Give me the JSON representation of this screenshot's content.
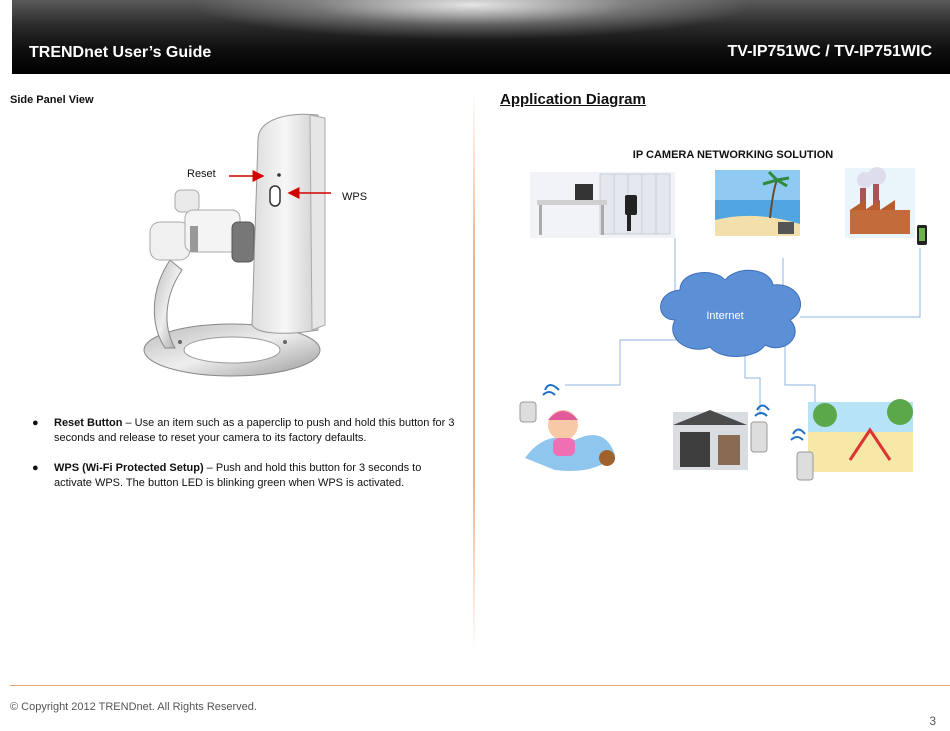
{
  "header": {
    "left_title": "TRENDnet User’s Guide",
    "right_title": "TV-IP751WC / TV-IP751WIC"
  },
  "left": {
    "section_title": "Side Panel View",
    "labels": {
      "reset": "Reset",
      "wps": "WPS"
    },
    "bullets": [
      {
        "term": "Reset Button",
        "text": " – Use an item such as a paperclip to push and hold this button for 3 seconds and release to reset your camera to its factory defaults."
      },
      {
        "term": "WPS (Wi-Fi Protected Setup)",
        "text": " – Push and hold this button for 3 seconds to activate WPS. The button LED is blinking green when WPS is activated."
      }
    ]
  },
  "right": {
    "section_title": "Application Diagram",
    "diagram_title": "IP CAMERA NETWORKING SOLUTION",
    "cloud_label": "Internet"
  },
  "footer": {
    "copyright": "© Copyright 2012 TRENDnet. All Rights Reserved.",
    "page_number": "3"
  },
  "colors": {
    "accent_line": "#e8a77a",
    "cloud_fill": "#5b8fd6",
    "arrow_red": "#d40000"
  }
}
